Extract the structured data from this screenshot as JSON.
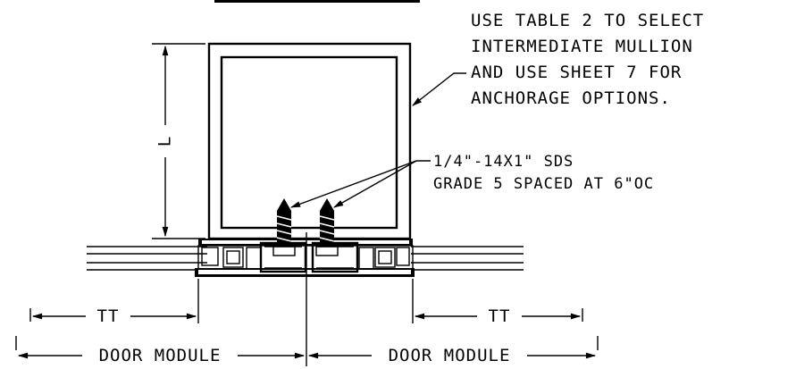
{
  "notes": {
    "mullion_note": [
      "USE TABLE 2 TO SELECT",
      "INTERMEDIATE MULLION",
      "AND USE SHEET 7 FOR",
      "ANCHORAGE OPTIONS."
    ],
    "screw_note": [
      "1/4\"-14X1\" SDS",
      "GRADE 5 SPACED AT 6\"OC"
    ]
  },
  "dimensions": {
    "depth_label": "L",
    "left_tt_label": "TT",
    "right_tt_label": "TT",
    "left_module_label": "DOOR MODULE",
    "right_module_label": "DOOR MODULE"
  }
}
